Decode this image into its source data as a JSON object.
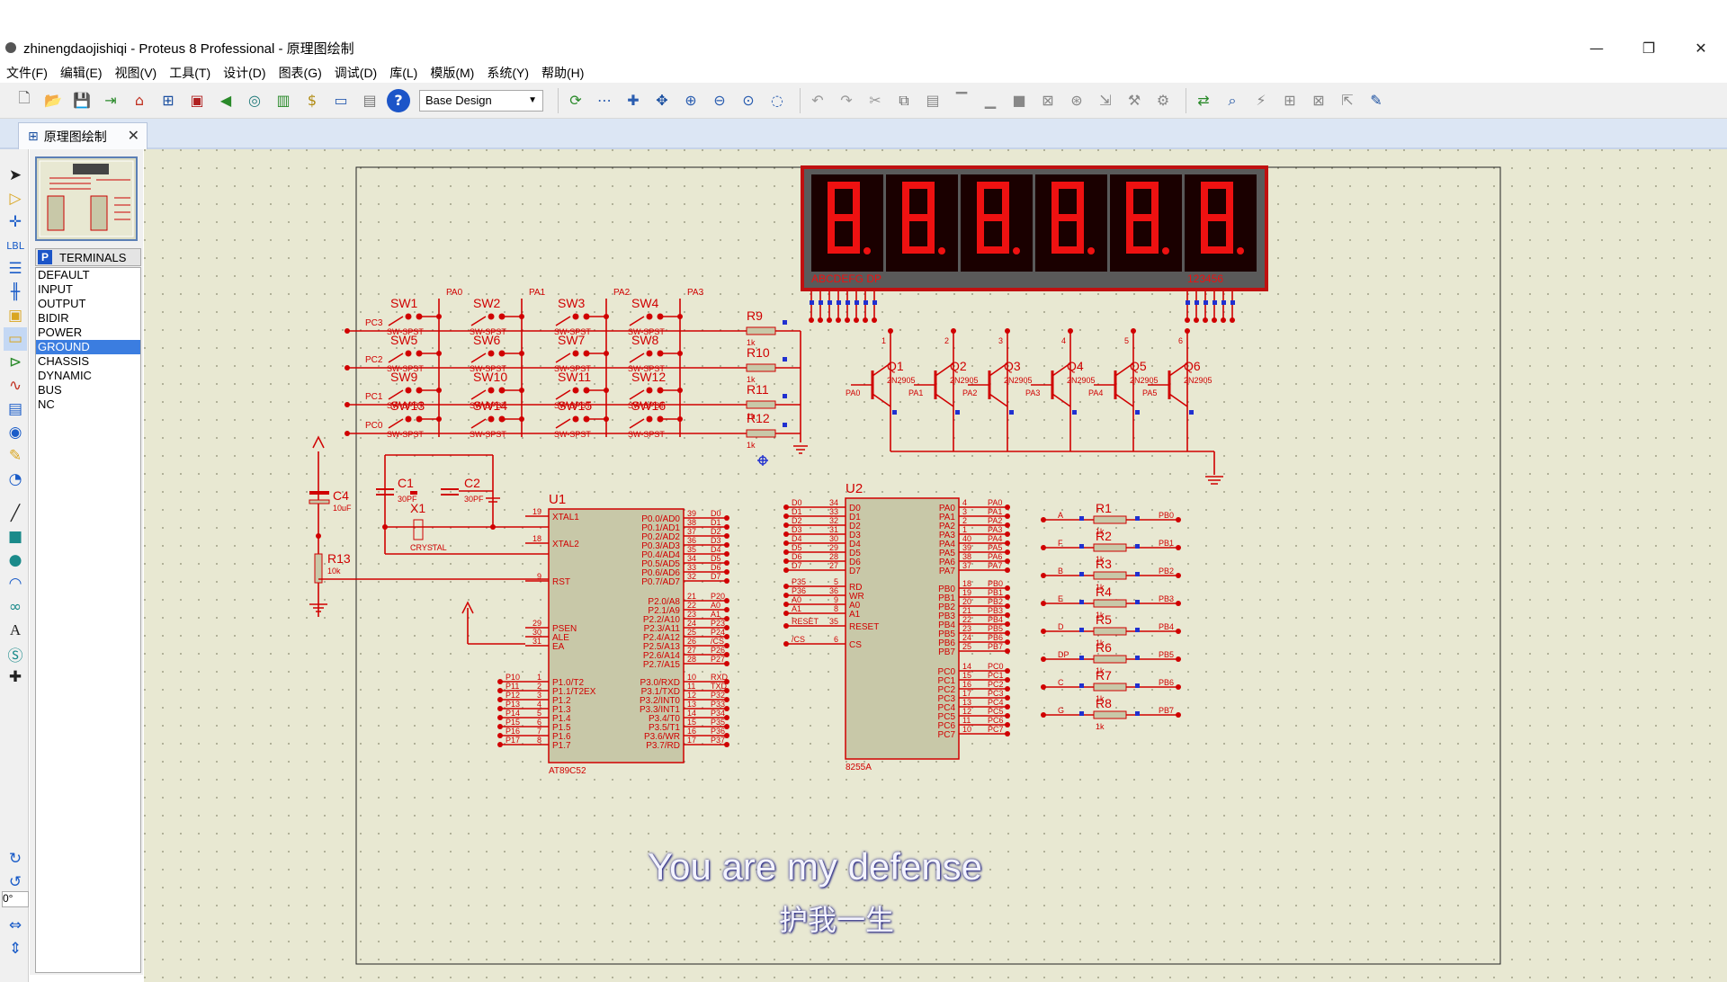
{
  "window": {
    "title": "zhinengdaojishiqi - Proteus 8 Professional - 原理图绘制",
    "minimize": "—",
    "maximize": "❐",
    "close": "✕"
  },
  "menu": [
    "文件(F)",
    "编辑(E)",
    "视图(V)",
    "工具(T)",
    "设计(D)",
    "图表(G)",
    "调试(D)",
    "库(L)",
    "模版(M)",
    "系统(Y)",
    "帮助(H)"
  ],
  "toolbar": {
    "layer_select": "Base Design"
  },
  "tab": {
    "label": "原理图绘制",
    "close": "✕"
  },
  "panel": {
    "header_p": "P",
    "header_label": "TERMINALS",
    "terminals": [
      "DEFAULT",
      "INPUT",
      "OUTPUT",
      "BIDIR",
      "POWER",
      "GROUND",
      "CHASSIS",
      "DYNAMIC",
      "BUS",
      "NC"
    ],
    "selected_index": 5
  },
  "angle": "0°",
  "schematic": {
    "display_pins_left": "ABCDEFG DP",
    "display_pins_right": "123456",
    "switches": [
      "SW1",
      "SW2",
      "SW3",
      "SW4",
      "SW5",
      "SW6",
      "SW7",
      "SW8",
      "SW9",
      "SW10",
      "SW11",
      "SW12",
      "SW13",
      "SW14",
      "SW15",
      "SW16"
    ],
    "switch_type": "SW-SPST",
    "row_ports": [
      "PC3",
      "PC2",
      "PC1",
      "PC0"
    ],
    "col_ports": [
      "PA0",
      "PA1",
      "PA2",
      "PA3"
    ],
    "row_resistors": [
      "R9",
      "R10",
      "R11",
      "R12"
    ],
    "resistor_value": "1k",
    "transistors": [
      "Q1",
      "Q2",
      "Q3",
      "Q4",
      "Q5",
      "Q6"
    ],
    "transistor_type": "2N2905",
    "transistor_pins": [
      "1",
      "2",
      "3",
      "4",
      "5",
      "6"
    ],
    "transistor_bases": [
      "PA0",
      "PA1",
      "PA2",
      "PA3",
      "PA4",
      "PA5"
    ],
    "c1": "C1",
    "c1v": "30PF",
    "c2": "C2",
    "c2v": "30PF",
    "x1": "X1",
    "x1v": "CRYSTAL",
    "c4": "C4",
    "c4v": "10uF",
    "r13": "R13",
    "r13v": "10k",
    "u1": "U1",
    "u1_part": "AT89C52",
    "u1_left_pins": [
      {
        "n": "19",
        "l": "XTAL1"
      },
      {
        "n": "18",
        "l": "XTAL2"
      },
      {
        "n": "9",
        "l": "RST"
      },
      {
        "n": "29",
        "l": "PSEN"
      },
      {
        "n": "30",
        "l": "ALE"
      },
      {
        "n": "31",
        "l": "EA"
      },
      {
        "n": "1",
        "l": "P1.0/T2"
      },
      {
        "n": "2",
        "l": "P1.1/T2EX"
      },
      {
        "n": "3",
        "l": "P1.2"
      },
      {
        "n": "4",
        "l": "P1.3"
      },
      {
        "n": "5",
        "l": "P1.4"
      },
      {
        "n": "6",
        "l": "P1.5"
      },
      {
        "n": "7",
        "l": "P1.6"
      },
      {
        "n": "8",
        "l": "P1.7"
      }
    ],
    "u1_left_nets": [
      "P10",
      "P11",
      "P12",
      "P13",
      "P14",
      "P15",
      "P16",
      "P17"
    ],
    "u1_right_pins": [
      {
        "n": "39",
        "l": "P0.0/AD0",
        "net": "D0"
      },
      {
        "n": "38",
        "l": "P0.1/AD1",
        "net": "D1"
      },
      {
        "n": "37",
        "l": "P0.2/AD2",
        "net": "D2"
      },
      {
        "n": "36",
        "l": "P0.3/AD3",
        "net": "D3"
      },
      {
        "n": "35",
        "l": "P0.4/AD4",
        "net": "D4"
      },
      {
        "n": "34",
        "l": "P0.5/AD5",
        "net": "D5"
      },
      {
        "n": "33",
        "l": "P0.6/AD6",
        "net": "D6"
      },
      {
        "n": "32",
        "l": "P0.7/AD7",
        "net": "D7"
      },
      {
        "n": "21",
        "l": "P2.0/A8",
        "net": "P20"
      },
      {
        "n": "22",
        "l": "P2.1/A9",
        "net": "A0"
      },
      {
        "n": "23",
        "l": "P2.2/A10",
        "net": "A1"
      },
      {
        "n": "24",
        "l": "P2.3/A11",
        "net": "P23"
      },
      {
        "n": "25",
        "l": "P2.4/A12",
        "net": "P24"
      },
      {
        "n": "26",
        "l": "P2.5/A13",
        "net": "/CS"
      },
      {
        "n": "27",
        "l": "P2.6/A14",
        "net": "P26"
      },
      {
        "n": "28",
        "l": "P2.7/A15",
        "net": "P27"
      },
      {
        "n": "10",
        "l": "P3.0/RXD",
        "net": "RXD"
      },
      {
        "n": "11",
        "l": "P3.1/TXD",
        "net": "TXD"
      },
      {
        "n": "12",
        "l": "P3.2/INT0",
        "net": "P32"
      },
      {
        "n": "13",
        "l": "P3.3/INT1",
        "net": "P33"
      },
      {
        "n": "14",
        "l": "P3.4/T0",
        "net": "P34"
      },
      {
        "n": "15",
        "l": "P3.5/T1",
        "net": "P35"
      },
      {
        "n": "16",
        "l": "P3.6/WR",
        "net": "P36"
      },
      {
        "n": "17",
        "l": "P3.7/RD",
        "net": "P37"
      }
    ],
    "u2": "U2",
    "u2_part": "8255A",
    "u2_left_pins": [
      {
        "n": "34",
        "l": "D0",
        "net": "D0"
      },
      {
        "n": "33",
        "l": "D1",
        "net": "D1"
      },
      {
        "n": "32",
        "l": "D2",
        "net": "D2"
      },
      {
        "n": "31",
        "l": "D3",
        "net": "D3"
      },
      {
        "n": "30",
        "l": "D4",
        "net": "D4"
      },
      {
        "n": "29",
        "l": "D5",
        "net": "D5"
      },
      {
        "n": "28",
        "l": "D6",
        "net": "D6"
      },
      {
        "n": "27",
        "l": "D7",
        "net": "D7"
      },
      {
        "n": "5",
        "l": "RD",
        "net": "P35"
      },
      {
        "n": "36",
        "l": "WR",
        "net": "P36"
      },
      {
        "n": "9",
        "l": "A0",
        "net": "A0"
      },
      {
        "n": "8",
        "l": "A1",
        "net": "A1"
      },
      {
        "n": "35",
        "l": "RESET",
        "net": "RESET"
      },
      {
        "n": "6",
        "l": "CS",
        "net": "/CS"
      }
    ],
    "u2_right_pins": [
      {
        "n": "4",
        "l": "PA0",
        "net": "PA0"
      },
      {
        "n": "3",
        "l": "PA1",
        "net": "PA1"
      },
      {
        "n": "2",
        "l": "PA2",
        "net": "PA2"
      },
      {
        "n": "1",
        "l": "PA3",
        "net": "PA3"
      },
      {
        "n": "40",
        "l": "PA4",
        "net": "PA4"
      },
      {
        "n": "39",
        "l": "PA5",
        "net": "PA5"
      },
      {
        "n": "38",
        "l": "PA6",
        "net": "PA6"
      },
      {
        "n": "37",
        "l": "PA7",
        "net": "PA7"
      },
      {
        "n": "18",
        "l": "PB0",
        "net": "PB0"
      },
      {
        "n": "19",
        "l": "PB1",
        "net": "PB1"
      },
      {
        "n": "20",
        "l": "PB2",
        "net": "PB2"
      },
      {
        "n": "21",
        "l": "PB3",
        "net": "PB3"
      },
      {
        "n": "22",
        "l": "PB4",
        "net": "PB4"
      },
      {
        "n": "23",
        "l": "PB5",
        "net": "PB5"
      },
      {
        "n": "24",
        "l": "PB6",
        "net": "PB6"
      },
      {
        "n": "25",
        "l": "PB7",
        "net": "PB7"
      },
      {
        "n": "14",
        "l": "PC0",
        "net": "PC0"
      },
      {
        "n": "15",
        "l": "PC1",
        "net": "PC1"
      },
      {
        "n": "16",
        "l": "PC2",
        "net": "PC2"
      },
      {
        "n": "17",
        "l": "PC3",
        "net": "PC3"
      },
      {
        "n": "13",
        "l": "PC4",
        "net": "PC4"
      },
      {
        "n": "12",
        "l": "PC5",
        "net": "PC5"
      },
      {
        "n": "11",
        "l": "PC6",
        "net": "PC6"
      },
      {
        "n": "10",
        "l": "PC7",
        "net": "PC7"
      }
    ],
    "seg_resistors": [
      {
        "name": "R1",
        "seg": "A",
        "net": "PB0"
      },
      {
        "name": "R2",
        "seg": "F",
        "net": "PB1"
      },
      {
        "name": "R3",
        "seg": "B",
        "net": "PB2"
      },
      {
        "name": "R4",
        "seg": "E",
        "net": "PB3"
      },
      {
        "name": "R5",
        "seg": "D",
        "net": "PB4"
      },
      {
        "name": "R6",
        "seg": "DP",
        "net": "PB5"
      },
      {
        "name": "R7",
        "seg": "C",
        "net": "PB6"
      },
      {
        "name": "R8",
        "seg": "G",
        "net": "PB7"
      }
    ]
  },
  "subtitle_en": "You are my defense",
  "subtitle_cn": "护我一生",
  "colors": {
    "wire": "#d00000",
    "display_bg": "#5a5a5a",
    "chip": "#c8c8a8",
    "grid_bg": "#e8e8d2",
    "accent": "#3b7de0"
  }
}
